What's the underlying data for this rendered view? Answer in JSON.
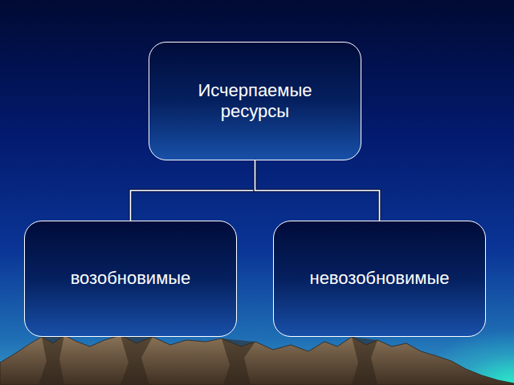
{
  "diagram": {
    "nodes": [
      {
        "text": [
          "Исчерпаемые ресурсы"
        ]
      },
      {
        "text": [
          "возобновимые"
        ]
      },
      {
        "text": [
          "невозобновимые"
        ]
      }
    ],
    "edges": [
      {
        "from": 0,
        "to": 1,
        "arrow": "none"
      },
      {
        "from": 0,
        "to": 2,
        "arrow": "none"
      }
    ]
  }
}
